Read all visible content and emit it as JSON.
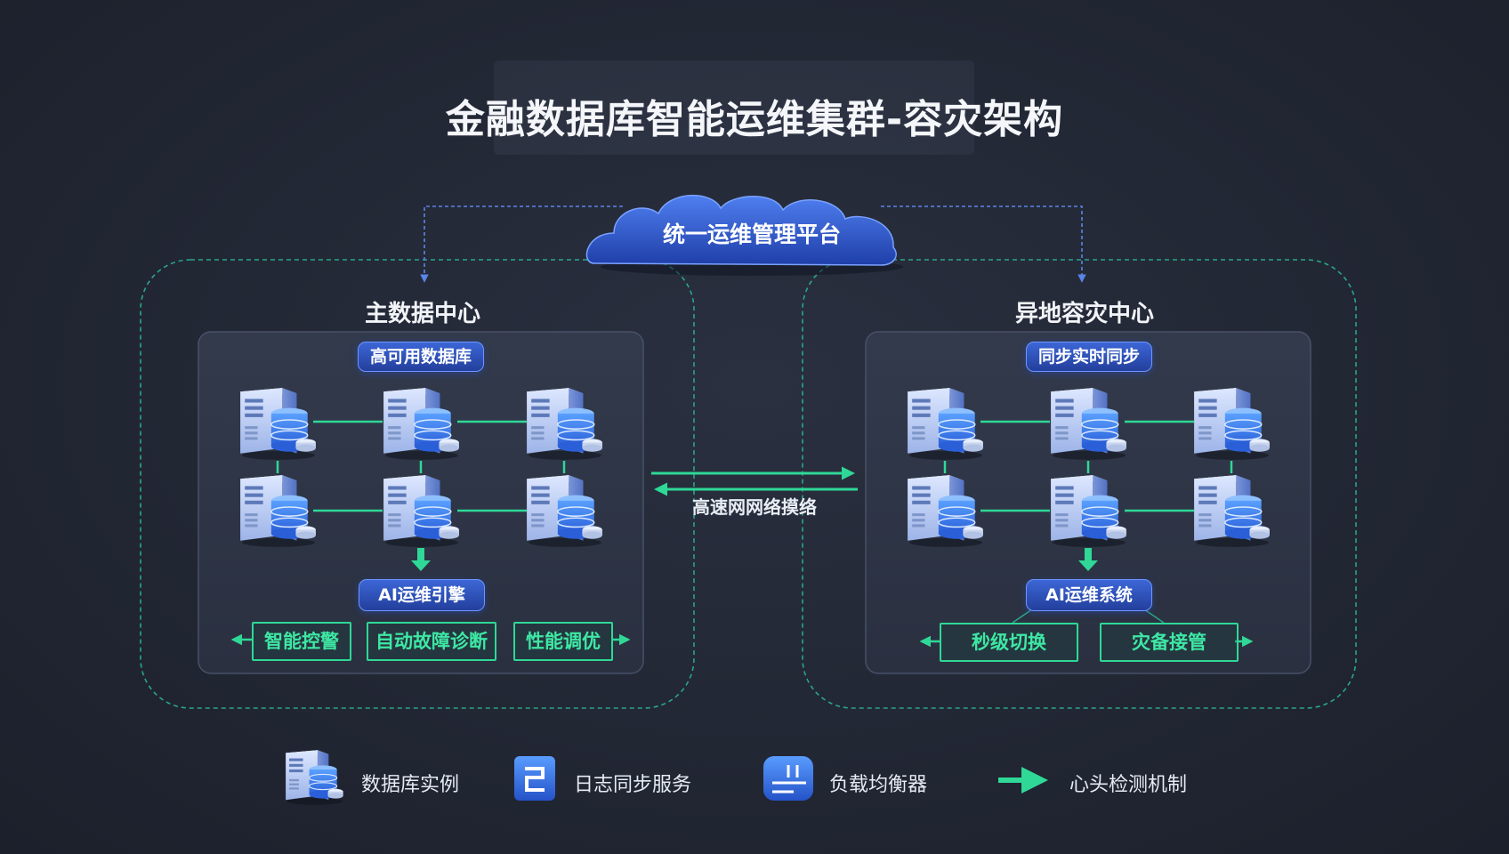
{
  "title": "金融数据库智能运维集群-容灾架构",
  "platform": {
    "label": "统一运维管理平台"
  },
  "primary_dc": {
    "title": "主数据中心",
    "badge": "高可用数据库",
    "engine": "AI运维引擎",
    "functions": [
      "智能控警",
      "自动故障诊断",
      "性能调优"
    ]
  },
  "dr_dc": {
    "title": "异地容灾中心",
    "badge": "同步实时同步",
    "engine": "AI运维系统",
    "functions": [
      "秒级切换",
      "灾备接管"
    ]
  },
  "link": {
    "label": "高速网网络摸络"
  },
  "legend": [
    {
      "icon": "database-server-icon",
      "label": "数据库实例"
    },
    {
      "icon": "log-sync-icon",
      "label": "日志同步服务"
    },
    {
      "icon": "load-balancer-icon",
      "label": "负载均衡器"
    },
    {
      "icon": "heartbeat-arrow-icon",
      "label": "心头检测机制"
    }
  ],
  "colors": {
    "background": "#232834",
    "accent_green": "#2fd896",
    "accent_blue": "#3c66d6",
    "dashed_border": "#2aa58a"
  }
}
